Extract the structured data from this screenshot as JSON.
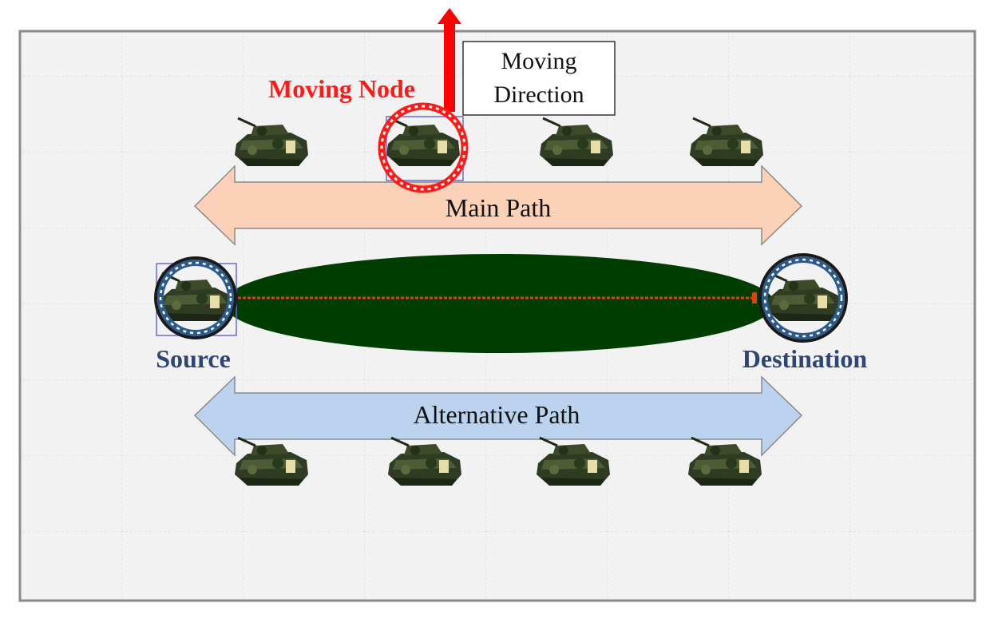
{
  "labels": {
    "moving_node": "Moving Node",
    "moving_direction_line1": "Moving",
    "moving_direction_line2": "Direction",
    "main_path": "Main  Path",
    "alternative_path": "Alternative  Path",
    "source": "Source",
    "destination": "Destination"
  },
  "colors": {
    "frame_border": "#8a8a8a",
    "background": "#f2f2f2",
    "grid": "#d8d8d8",
    "moving_node_accent": "#ff1a1a",
    "endpoint_label": "#2f4674",
    "endpoint_ring": "#2c5a8a",
    "main_path_fill": "#fbd2b8",
    "alternative_path_fill": "#bcd3ef",
    "link_ellipse": "#003d00",
    "link_line": "#e0400a",
    "direction_arrow": "#ff0000"
  },
  "icons": {
    "node": "tank-icon",
    "selection_ring": "dotted-ring-icon",
    "arrow": "arrow-up-icon"
  }
}
